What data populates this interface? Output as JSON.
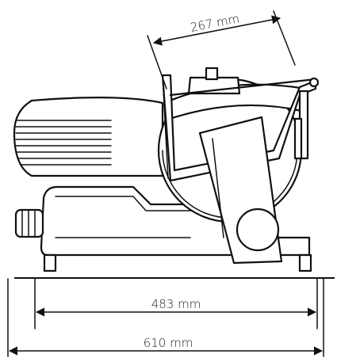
{
  "dimensions": {
    "blade": "267 mm",
    "base_width": "483 mm",
    "overall_width": "610 mm"
  },
  "icons": {
    "arrow": "arrowhead"
  }
}
